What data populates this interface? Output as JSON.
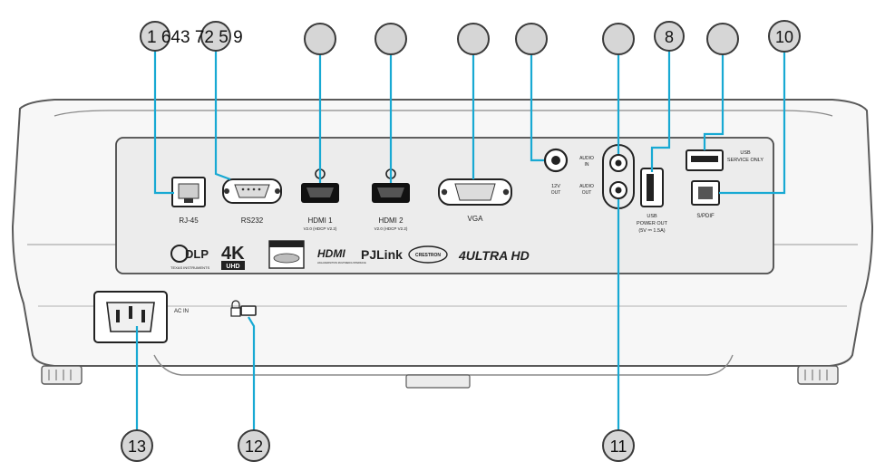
{
  "callout_header": "1 643 72 5 9",
  "callouts": {
    "c8": "8",
    "c10": "10",
    "c11": "11",
    "c12": "12",
    "c13": "13"
  },
  "port_labels": {
    "rj45": "RJ-45",
    "rs232": "RS232",
    "hdmi1": "HDMI 1",
    "hdmi1_sub": "V2.0 (HDCP V2.2)",
    "hdmi2": "HDMI 2",
    "hdmi2_sub": "V2.0 (HDCP V2.2)",
    "vga": "VGA",
    "audio_in_1": "AUDIO",
    "audio_in_2": "IN",
    "audio_out_1": "AUDIO",
    "audio_out_2": "OUT",
    "v12_1": "12V",
    "v12_2": "OUT",
    "usb_power_1": "USB",
    "usb_power_2": "POWER OUT",
    "usb_power_3": "(5V ⎓ 1.5A)",
    "usb_service_1": "USB",
    "usb_service_2": "SERVICE ONLY",
    "spdif": "S/PDIF",
    "ac_in": "AC IN"
  },
  "logos": {
    "dlp": "DLP",
    "dlp_sub": "TEXAS INSTRUMENTS",
    "k4": "4K",
    "uhd": "UHD",
    "hdmi": "HDMI",
    "hdmi_sub": "HIGH-DEFINITION MULTIMEDIA INTERFACE",
    "pjlink": "PJLink",
    "crestron": "CRESTRON",
    "ultrahd": "4ULTRA HD"
  },
  "colors": {
    "leader": "#18a9d3",
    "callout_fill": "#d6d6d6",
    "callout_stroke": "#3a3a3a",
    "body_stroke": "#5a5a5a",
    "panel_fill": "#ececec"
  }
}
